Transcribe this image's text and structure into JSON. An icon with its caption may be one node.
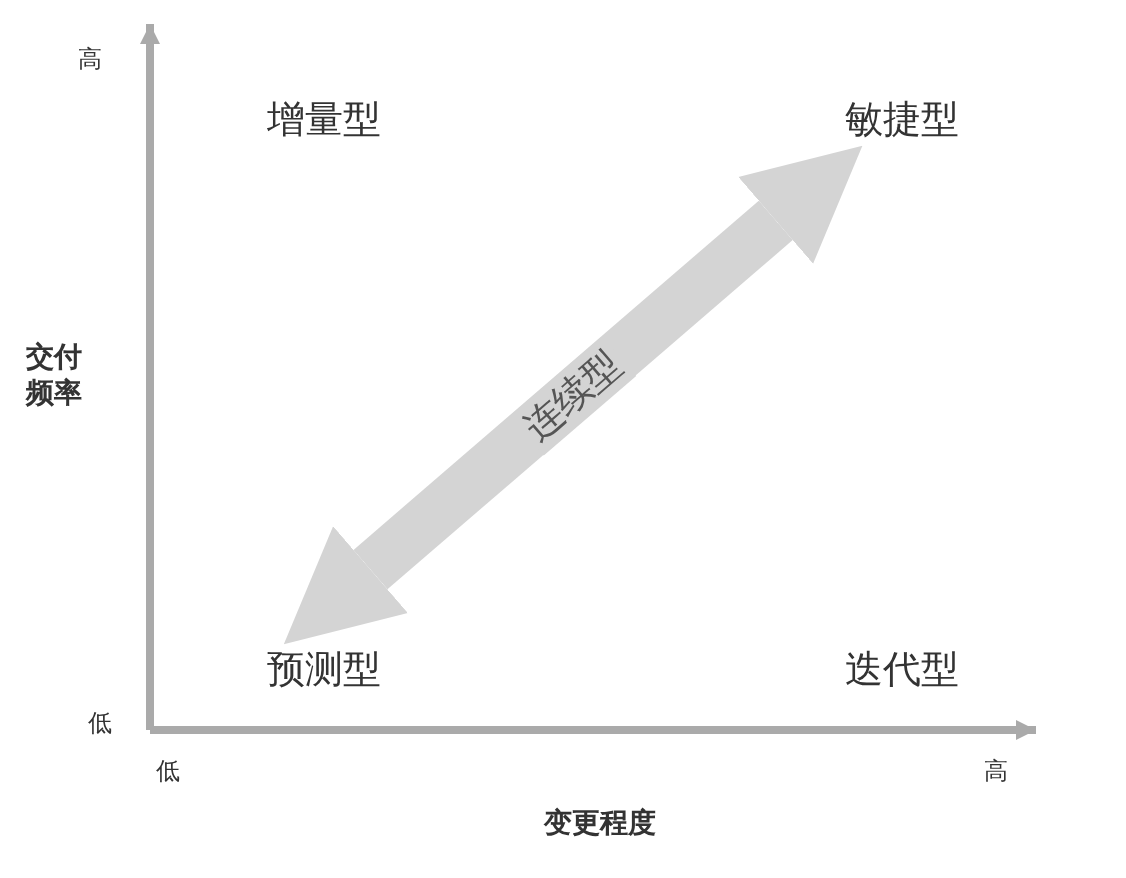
{
  "diagram": {
    "nodes": [
      {
        "text": [
          "增量型"
        ]
      },
      {
        "text": [
          "敏捷型"
        ]
      },
      {
        "text": [
          "预测型"
        ]
      },
      {
        "text": [
          "迭代型"
        ]
      }
    ],
    "edges": [
      {
        "from": 2,
        "to": 1,
        "arrow": "both",
        "label": "连续型"
      }
    ],
    "labels": [
      "高",
      "交付频率",
      "低",
      "低",
      "高",
      "变更程度"
    ]
  }
}
